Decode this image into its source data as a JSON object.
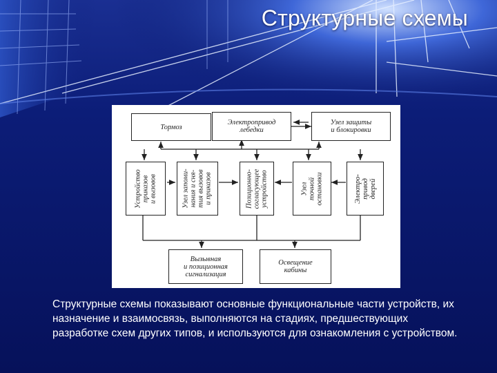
{
  "slide": {
    "title": "Структурные схемы",
    "description": "Структурные схемы показывают основные функциональные части устройств, их назначение и взаимосвязь, выполняются на стадиях, предшествующих разработке схем других типов, и используются для ознакомления с устройством."
  },
  "diagram": {
    "top_row": [
      "Тормоз",
      "Электропривод\nлебедки",
      "Узел защиты\nи блокировки"
    ],
    "middle_row": [
      "Устройство\nприказов\nи вызовов",
      "Узел запоми-\nнания и сня-\nтия вызовов\nи приказов",
      "Позиционно-\nсогласующее\nустройство",
      "Узел\nточной\nостановки",
      "Электро-\nпривод\nдверей"
    ],
    "bottom_row": [
      "Вызывная\nи позиционная\nсигнализация",
      "Освещение\nкабины"
    ]
  },
  "colors": {
    "background": "#0a1a6e",
    "accent": "#2f56d6",
    "text": "#ffffff"
  }
}
